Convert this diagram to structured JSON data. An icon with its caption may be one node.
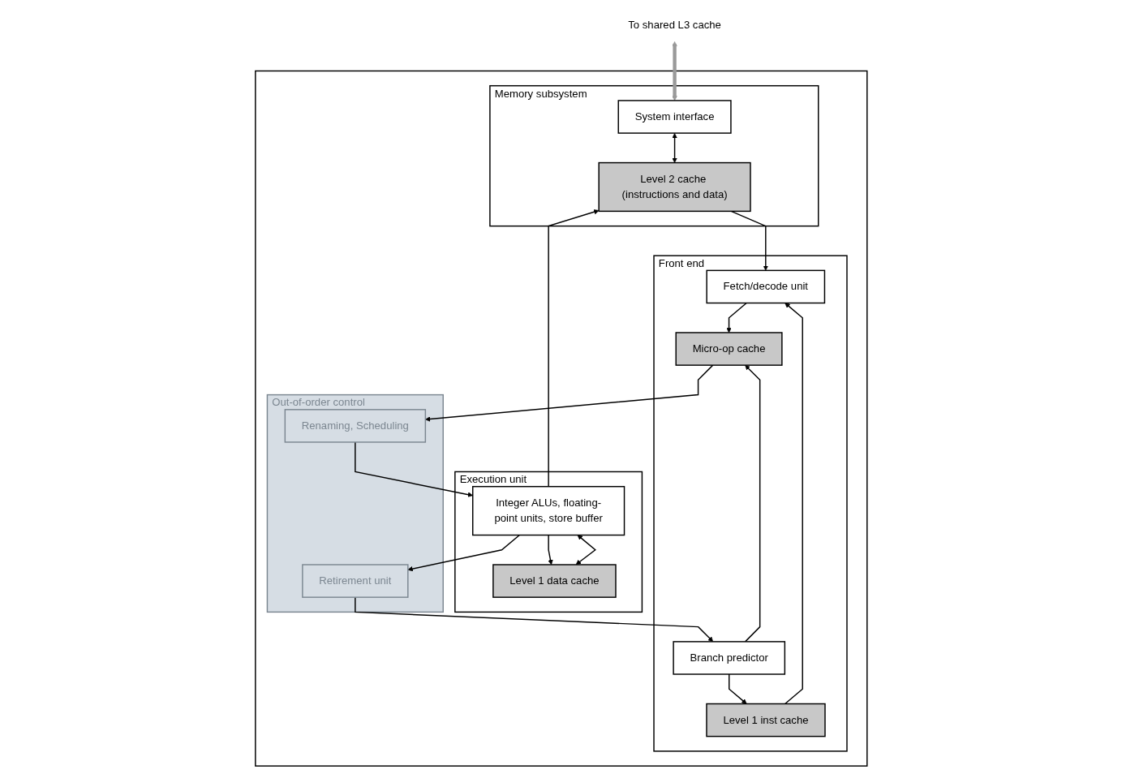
{
  "diagram": {
    "nodes": [
      {
        "text": [
          "To shared L3 cache"
        ]
      },
      {
        "text": [],
        "shape": "box"
      },
      {
        "text": [
          "Memory subsystem"
        ],
        "in": 1
      },
      {
        "text": [
          "System interface"
        ],
        "in": 2
      },
      {
        "text": [
          "Level 2 cache (instructions and data)"
        ],
        "in": 2
      },
      {
        "text": [
          "Execution unit"
        ],
        "in": 1
      },
      {
        "text": [
          "Level 1 data cache"
        ],
        "in": 5
      },
      {
        "text": [
          "Integer ALUs, floating-point units, store buffer"
        ],
        "in": 5
      },
      {
        "text": [
          "Front end"
        ],
        "in": 1
      },
      {
        "text": [
          "Fetch/decode unit"
        ],
        "in": 8
      },
      {
        "text": [
          "Micro-op cache"
        ],
        "in": 8
      },
      {
        "text": [
          "Level 1 inst cache"
        ],
        "in": 8
      },
      {
        "text": [
          "Branch predictor"
        ],
        "in": 8
      },
      {
        "text": [
          "Out-of-order control"
        ],
        "in": 1
      },
      {
        "text": [
          "Renaming, Scheduling"
        ],
        "in": 13
      },
      {
        "text": [
          "Retirement unit"
        ],
        "in": 13
      }
    ],
    "edges": [
      {
        "from": 0,
        "to": 3,
        "arrow": "both",
        "style": "thick",
        "color": "#9a9a9a"
      },
      {
        "from": 3,
        "to": 4,
        "arrow": "both"
      },
      {
        "from": 7,
        "to": 4,
        "arrow": "to"
      },
      {
        "from": 7,
        "to": 6,
        "arrow": "to"
      },
      {
        "from": 6,
        "to": 7,
        "arrow": "both"
      },
      {
        "from": 4,
        "to": 9,
        "arrow": "to"
      },
      {
        "from": 9,
        "to": 10,
        "arrow": "to"
      },
      {
        "from": 10,
        "to": 14,
        "arrow": "to"
      },
      {
        "from": 14,
        "to": 7,
        "arrow": "to"
      },
      {
        "from": 7,
        "to": 15,
        "arrow": "to"
      },
      {
        "from": 11,
        "to": 9,
        "arrow": "to"
      },
      {
        "from": 12,
        "to": 10,
        "arrow": "to"
      },
      {
        "from": 12,
        "to": 11,
        "arrow": "to"
      },
      {
        "from": 15,
        "to": 12,
        "arrow": "to"
      }
    ]
  }
}
